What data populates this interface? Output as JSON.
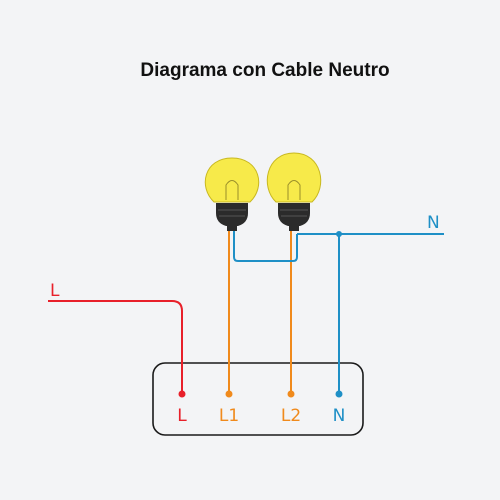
{
  "title": "Diagrama con Cable Neutro",
  "wires": {
    "line_label": "L",
    "neutral_label": "N"
  },
  "terminals": [
    {
      "label": "L",
      "color": "#e8202a"
    },
    {
      "label": "L1",
      "color": "#f08a1c"
    },
    {
      "label": "L2",
      "color": "#f08a1c"
    },
    {
      "label": "N",
      "color": "#1e8fc6"
    }
  ],
  "bulbs": [
    "bulb-left",
    "bulb-right"
  ],
  "colors": {
    "line": "#e8202a",
    "switched": "#f08a1c",
    "neutral": "#1e8fc6",
    "bulb_glass": "#f7ea4a",
    "bulb_base": "#2b2b2b",
    "frame": "#1a1a1a"
  }
}
